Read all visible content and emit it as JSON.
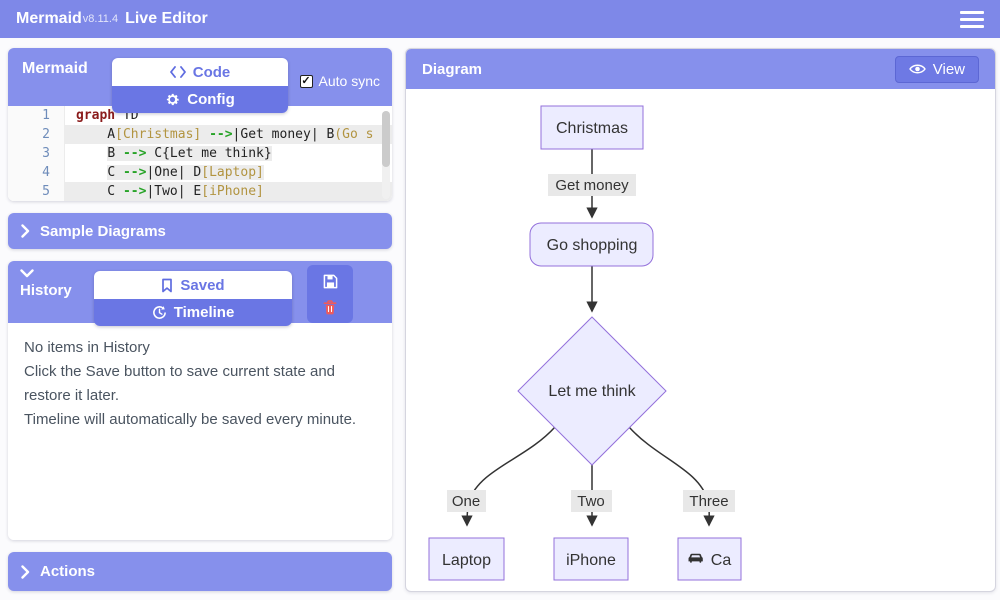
{
  "colors": {
    "topbar": "#7e88e8",
    "panel_header": "#8690ec",
    "tab_inactive_bg": "#6a76e4",
    "button_bg": "#6e79e4",
    "delete_icon": "#f05b5b",
    "node_fill": "#ECECFF",
    "node_border": "#9370DB",
    "edge_line": "#333333",
    "edge_label_bg": "#e8e8e8",
    "code_keyword": "#8b1c1c",
    "code_string": "#b29440",
    "code_arrow": "#27a327",
    "line_number": "#6e8cba"
  },
  "header": {
    "brand": "Mermaid",
    "version": "v8.11.4",
    "title": "Live Editor"
  },
  "left": {
    "panel_title": "Mermaid",
    "tabs": {
      "code": "Code",
      "config": "Config"
    },
    "auto_sync_label": "Auto sync",
    "auto_sync_checked": "✓",
    "editor": {
      "lines": [
        {
          "num": "1",
          "sel": "none",
          "tokens": [
            [
              "keyword",
              "graph"
            ],
            [
              "plain",
              " TD"
            ]
          ]
        },
        {
          "num": "2",
          "sel": "edge",
          "tokens": [
            [
              "plain",
              "    A"
            ],
            [
              "string",
              "[Christmas]"
            ],
            [
              "plain",
              " "
            ],
            [
              "arrow",
              "-->"
            ],
            [
              "plain",
              "|Get money| B"
            ],
            [
              "string",
              "(Go s"
            ]
          ]
        },
        {
          "num": "3",
          "sel": "text",
          "tokens": [
            [
              "plain",
              "    B "
            ],
            [
              "arrow",
              "-->"
            ],
            [
              "plain",
              " C{Let me think}"
            ]
          ]
        },
        {
          "num": "4",
          "sel": "text",
          "tokens": [
            [
              "plain",
              "    C "
            ],
            [
              "arrow",
              "-->"
            ],
            [
              "plain",
              "|One| D"
            ],
            [
              "string",
              "[Laptop]"
            ]
          ]
        },
        {
          "num": "5",
          "sel": "edge",
          "tokens": [
            [
              "plain",
              "    C "
            ],
            [
              "arrow",
              "-->"
            ],
            [
              "plain",
              "|Two| E"
            ],
            [
              "string",
              "[iPhone]"
            ]
          ]
        }
      ]
    },
    "sample_diagrams_label": "Sample Diagrams",
    "history": {
      "title": "History",
      "tabs": {
        "saved": "Saved",
        "timeline": "Timeline"
      },
      "empty_lines": [
        "No items in History",
        "Click the Save button to save current state and restore it later.",
        "Timeline will automatically be saved every minute."
      ]
    },
    "actions_label": "Actions"
  },
  "diagram": {
    "title": "Diagram",
    "view_button": "View",
    "nodes": {
      "christmas": "Christmas",
      "go_shopping": "Go shopping",
      "let_me_think": "Let me think",
      "laptop": "Laptop",
      "iphone": "iPhone",
      "ca": "Ca"
    },
    "edge_labels": {
      "get_money": "Get money",
      "one": "One",
      "two": "Two",
      "three": "Three"
    }
  }
}
